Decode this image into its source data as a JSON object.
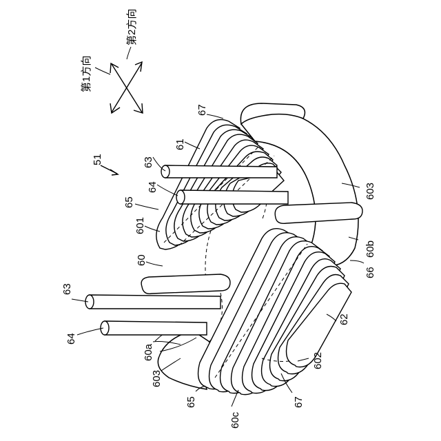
{
  "figure": {
    "direction1_label": "第1方向",
    "direction2_label": "第2方向",
    "labels": {
      "assembly": "51",
      "core": "60",
      "core_end_a": "60a",
      "core_end_b": "60b",
      "core_end_c": "60c",
      "core_part_601": "601",
      "core_part_602": "602",
      "core_part_603_top": "603",
      "core_part_603_bottom": "603",
      "winding_61": "61",
      "winding_62": "62",
      "lead_63_top": "63",
      "lead_63_left": "63",
      "lead_64_top": "64",
      "lead_64_left": "64",
      "item_65_top": "65",
      "item_65_bottom": "65",
      "item_66": "66",
      "item_67_top": "67",
      "item_67_bottom": "67"
    }
  }
}
